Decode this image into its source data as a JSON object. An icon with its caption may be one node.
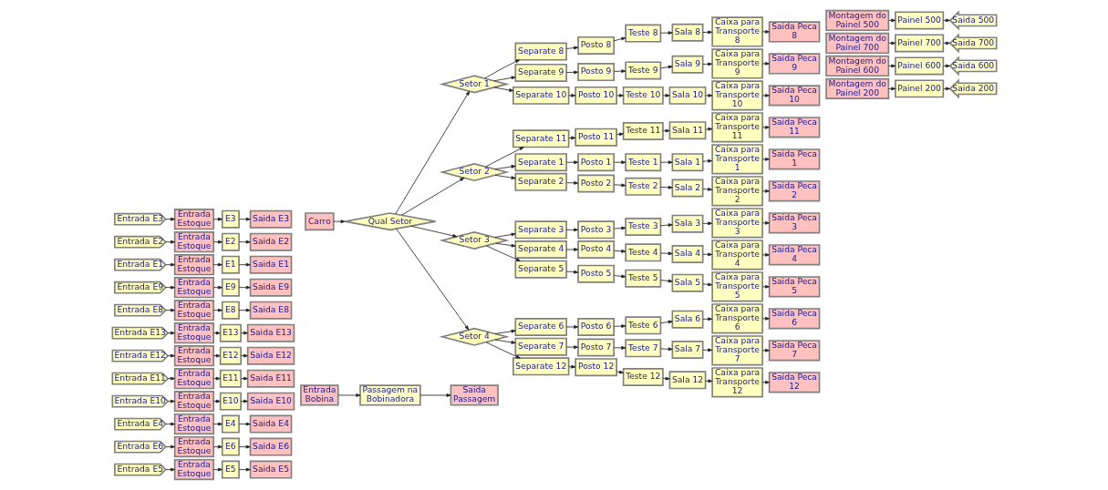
{
  "diagram": {
    "nodes": [
      {
        "text": [
          "Entrada E5"
        ]
      },
      {
        "text": [
          "Entrada Estoque"
        ]
      },
      {
        "text": [
          "E5"
        ]
      },
      {
        "text": [
          "Saida E5"
        ]
      },
      {
        "text": [
          "Entrada E6"
        ]
      },
      {
        "text": [
          "Entrada Estoque"
        ]
      },
      {
        "text": [
          "E6"
        ]
      },
      {
        "text": [
          "Saida E6"
        ]
      },
      {
        "text": [
          "Entrada E4"
        ]
      },
      {
        "text": [
          "Entrada Estoque"
        ]
      },
      {
        "text": [
          "E4"
        ]
      },
      {
        "text": [
          "Saida E4"
        ]
      },
      {
        "text": [
          "Entrada E10"
        ]
      },
      {
        "text": [
          "Entrada Estoque"
        ]
      },
      {
        "text": [
          "E10"
        ]
      },
      {
        "text": [
          "Saida E10"
        ]
      },
      {
        "text": [
          "Entrada E11"
        ]
      },
      {
        "text": [
          "Entrada Estoque"
        ]
      },
      {
        "text": [
          "E11"
        ]
      },
      {
        "text": [
          "Saida E11"
        ]
      },
      {
        "text": [
          "Entrada E12"
        ]
      },
      {
        "text": [
          "Entrada Estoque"
        ]
      },
      {
        "text": [
          "E12"
        ]
      },
      {
        "text": [
          "Saida E12"
        ]
      },
      {
        "text": [
          "Entrada E13"
        ]
      },
      {
        "text": [
          "Entrada Estoque"
        ]
      },
      {
        "text": [
          "E13"
        ]
      },
      {
        "text": [
          "Saida E13"
        ]
      },
      {
        "text": [
          "Entrada E8"
        ]
      },
      {
        "text": [
          "Entrada Estoque"
        ]
      },
      {
        "text": [
          "E8"
        ]
      },
      {
        "text": [
          "Saida E8"
        ]
      },
      {
        "text": [
          "Entrada E9"
        ]
      },
      {
        "text": [
          "Entrada Estoque"
        ]
      },
      {
        "text": [
          "E9"
        ]
      },
      {
        "text": [
          "Saida E9"
        ]
      },
      {
        "text": [
          "Entrada E1"
        ]
      },
      {
        "text": [
          "Entrada Estoque"
        ]
      },
      {
        "text": [
          "E1"
        ]
      },
      {
        "text": [
          "Saida E1"
        ]
      },
      {
        "text": [
          "Entrada E2"
        ]
      },
      {
        "text": [
          "Entrada Estoque"
        ]
      },
      {
        "text": [
          "E2"
        ]
      },
      {
        "text": [
          "Saida E2"
        ]
      },
      {
        "text": [
          "Entrada E3"
        ]
      },
      {
        "text": [
          "Entrada Estoque"
        ]
      },
      {
        "text": [
          "E3"
        ]
      },
      {
        "text": [
          "Saida E3"
        ]
      },
      {
        "text": [
          "Entrada Bobina"
        ]
      },
      {
        "text": [
          "Passagem na Bobinadora"
        ]
      },
      {
        "text": [
          "Saida Passagem"
        ]
      },
      {
        "text": [
          "Carro"
        ]
      },
      {
        "text": [
          "Qual Setor"
        ]
      },
      {
        "text": [
          "Setor 1"
        ]
      },
      {
        "text": [
          "Separate 8"
        ]
      },
      {
        "text": [
          "Posto 8"
        ]
      },
      {
        "text": [
          "Teste 8"
        ]
      },
      {
        "text": [
          "Sala 8"
        ]
      },
      {
        "text": [
          "Caixa para Transporte 8"
        ]
      },
      {
        "text": [
          "Saida Peca 8"
        ]
      },
      {
        "text": [
          "Separate 9"
        ]
      },
      {
        "text": [
          "Posto 9"
        ]
      },
      {
        "text": [
          "Teste 9"
        ]
      },
      {
        "text": [
          "Sala 9"
        ]
      },
      {
        "text": [
          "Caixa para Transporte 9"
        ]
      },
      {
        "text": [
          "Saida Peca 9"
        ]
      },
      {
        "text": [
          "Separate 10"
        ]
      },
      {
        "text": [
          "Posto 10"
        ]
      },
      {
        "text": [
          "Teste 10"
        ]
      },
      {
        "text": [
          "Sala 10"
        ]
      },
      {
        "text": [
          "Caixa para Transporte 10"
        ]
      },
      {
        "text": [
          "Saida Peca 10"
        ]
      },
      {
        "text": [
          "Setor 2"
        ]
      },
      {
        "text": [
          "Separate 11"
        ]
      },
      {
        "text": [
          "Posto 11"
        ]
      },
      {
        "text": [
          "Teste 11"
        ]
      },
      {
        "text": [
          "Sala 11"
        ]
      },
      {
        "text": [
          "Caixa para Transporte 11"
        ]
      },
      {
        "text": [
          "Saida Peca 11"
        ]
      },
      {
        "text": [
          "Separate 1"
        ]
      },
      {
        "text": [
          "Posto 1"
        ]
      },
      {
        "text": [
          "Teste 1"
        ]
      },
      {
        "text": [
          "Sala 1"
        ]
      },
      {
        "text": [
          "Caixa para Transporte 1"
        ]
      },
      {
        "text": [
          "Saida Peca 1"
        ]
      },
      {
        "text": [
          "Separate 2"
        ]
      },
      {
        "text": [
          "Posto 2"
        ]
      },
      {
        "text": [
          "Teste 2"
        ]
      },
      {
        "text": [
          "Sala 2"
        ]
      },
      {
        "text": [
          "Caixa para Transporte 2"
        ]
      },
      {
        "text": [
          "Saida Peca 2"
        ]
      },
      {
        "text": [
          "Setor 3"
        ]
      },
      {
        "text": [
          "Separate 3"
        ]
      },
      {
        "text": [
          "Posto 3"
        ]
      },
      {
        "text": [
          "Teste 3"
        ]
      },
      {
        "text": [
          "Sala 3"
        ]
      },
      {
        "text": [
          "Caixa para Transporte 3"
        ]
      },
      {
        "text": [
          "Saida Peca 3"
        ]
      },
      {
        "text": [
          "Separate 4"
        ]
      },
      {
        "text": [
          "Posto 4"
        ]
      },
      {
        "text": [
          "Teste 4"
        ]
      },
      {
        "text": [
          "Sala 4"
        ]
      },
      {
        "text": [
          "Caixa para Transporte 4"
        ]
      },
      {
        "text": [
          "Saida Peca 4"
        ]
      },
      {
        "text": [
          "Separate 5"
        ]
      },
      {
        "text": [
          "Posto 5"
        ]
      },
      {
        "text": [
          "Teste 5"
        ]
      },
      {
        "text": [
          "Sala 5"
        ]
      },
      {
        "text": [
          "Caixa para Transporte 5"
        ]
      },
      {
        "text": [
          "Saida Peca 5"
        ]
      },
      {
        "text": [
          "Setor 4"
        ]
      },
      {
        "text": [
          "Separate 6"
        ]
      },
      {
        "text": [
          "Posto 6"
        ]
      },
      {
        "text": [
          "Teste 6"
        ]
      },
      {
        "text": [
          "Sala 6"
        ]
      },
      {
        "text": [
          "Caixa para Transporte 6"
        ]
      },
      {
        "text": [
          "Saida Peca 6"
        ]
      },
      {
        "text": [
          "Separate 7"
        ]
      },
      {
        "text": [
          "Posto 7"
        ]
      },
      {
        "text": [
          "Teste 7"
        ]
      },
      {
        "text": [
          "Sala 7"
        ]
      },
      {
        "text": [
          "Caixa para Transporte 7"
        ]
      },
      {
        "text": [
          "Saida Peca 7"
        ]
      },
      {
        "text": [
          "Separate 12"
        ]
      },
      {
        "text": [
          "Posto 12"
        ]
      },
      {
        "text": [
          "Teste 12"
        ]
      },
      {
        "text": [
          "Sala 12"
        ]
      },
      {
        "text": [
          "Caixa para Transporte 12"
        ]
      },
      {
        "text": [
          "Saida Peca 12"
        ]
      },
      {
        "text": [
          "Montagem do Painel 500"
        ]
      },
      {
        "text": [
          "Painel 500"
        ]
      },
      {
        "text": [
          "Saida 500"
        ]
      },
      {
        "text": [
          "Montagem do Painel 700"
        ]
      },
      {
        "text": [
          "Painel 700"
        ]
      },
      {
        "text": [
          "Saida 700"
        ]
      },
      {
        "text": [
          "Montagem do Painel 600"
        ]
      },
      {
        "text": [
          "Painel 600"
        ]
      },
      {
        "text": [
          "Saida 600"
        ]
      },
      {
        "text": [
          "Montagem do Painel 200"
        ]
      },
      {
        "text": [
          "Painel 200"
        ]
      },
      {
        "text": [
          "Saida 200"
        ]
      }
    ],
    "edges": [
      {
        "from": 0,
        "to": 1,
        "arrow": "to"
      },
      {
        "from": 1,
        "to": 2,
        "arrow": "to"
      },
      {
        "from": 2,
        "to": 3,
        "arrow": "to"
      },
      {
        "from": 4,
        "to": 5,
        "arrow": "to"
      },
      {
        "from": 5,
        "to": 6,
        "arrow": "to"
      },
      {
        "from": 6,
        "to": 7,
        "arrow": "to"
      },
      {
        "from": 8,
        "to": 9,
        "arrow": "to"
      },
      {
        "from": 9,
        "to": 10,
        "arrow": "to"
      },
      {
        "from": 10,
        "to": 11,
        "arrow": "to"
      },
      {
        "from": 12,
        "to": 13,
        "arrow": "to"
      },
      {
        "from": 13,
        "to": 14,
        "arrow": "to"
      },
      {
        "from": 14,
        "to": 15,
        "arrow": "to"
      },
      {
        "from": 16,
        "to": 17,
        "arrow": "to"
      },
      {
        "from": 17,
        "to": 18,
        "arrow": "to"
      },
      {
        "from": 18,
        "to": 19,
        "arrow": "to"
      },
      {
        "from": 20,
        "to": 21,
        "arrow": "to"
      },
      {
        "from": 21,
        "to": 22,
        "arrow": "to"
      },
      {
        "from": 22,
        "to": 23,
        "arrow": "to"
      },
      {
        "from": 24,
        "to": 25,
        "arrow": "to"
      },
      {
        "from": 25,
        "to": 26,
        "arrow": "to"
      },
      {
        "from": 26,
        "to": 27,
        "arrow": "to"
      },
      {
        "from": 28,
        "to": 29,
        "arrow": "to"
      },
      {
        "from": 29,
        "to": 30,
        "arrow": "to"
      },
      {
        "from": 30,
        "to": 31,
        "arrow": "to"
      },
      {
        "from": 32,
        "to": 33,
        "arrow": "to"
      },
      {
        "from": 33,
        "to": 34,
        "arrow": "to"
      },
      {
        "from": 34,
        "to": 35,
        "arrow": "to"
      },
      {
        "from": 36,
        "to": 37,
        "arrow": "to"
      },
      {
        "from": 37,
        "to": 38,
        "arrow": "to"
      },
      {
        "from": 38,
        "to": 39,
        "arrow": "to"
      },
      {
        "from": 40,
        "to": 41,
        "arrow": "to"
      },
      {
        "from": 41,
        "to": 42,
        "arrow": "to"
      },
      {
        "from": 42,
        "to": 43,
        "arrow": "to"
      },
      {
        "from": 44,
        "to": 45,
        "arrow": "to"
      },
      {
        "from": 45,
        "to": 46,
        "arrow": "to"
      },
      {
        "from": 46,
        "to": 47,
        "arrow": "to"
      },
      {
        "from": 48,
        "to": 49,
        "arrow": "to"
      },
      {
        "from": 49,
        "to": 50,
        "arrow": "to"
      },
      {
        "from": 51,
        "to": 52,
        "arrow": "to"
      },
      {
        "from": 52,
        "to": 53,
        "arrow": "to"
      },
      {
        "from": 52,
        "to": 72,
        "arrow": "to"
      },
      {
        "from": 52,
        "to": 91,
        "arrow": "to"
      },
      {
        "from": 52,
        "to": 110,
        "arrow": "to"
      },
      {
        "from": 53,
        "to": 54,
        "arrow": "to"
      },
      {
        "from": 53,
        "to": 60,
        "arrow": "to"
      },
      {
        "from": 53,
        "to": 66,
        "arrow": "to"
      },
      {
        "from": 54,
        "to": 55,
        "arrow": "to"
      },
      {
        "from": 55,
        "to": 56,
        "arrow": "to"
      },
      {
        "from": 56,
        "to": 57,
        "arrow": "to"
      },
      {
        "from": 57,
        "to": 58,
        "arrow": "to"
      },
      {
        "from": 58,
        "to": 59,
        "arrow": "to"
      },
      {
        "from": 60,
        "to": 61,
        "arrow": "to"
      },
      {
        "from": 61,
        "to": 62,
        "arrow": "to"
      },
      {
        "from": 62,
        "to": 63,
        "arrow": "to"
      },
      {
        "from": 63,
        "to": 64,
        "arrow": "to"
      },
      {
        "from": 64,
        "to": 65,
        "arrow": "to"
      },
      {
        "from": 66,
        "to": 67,
        "arrow": "to"
      },
      {
        "from": 67,
        "to": 68,
        "arrow": "to"
      },
      {
        "from": 68,
        "to": 69,
        "arrow": "to"
      },
      {
        "from": 69,
        "to": 70,
        "arrow": "to"
      },
      {
        "from": 70,
        "to": 71,
        "arrow": "to"
      },
      {
        "from": 72,
        "to": 73,
        "arrow": "to"
      },
      {
        "from": 72,
        "to": 79,
        "arrow": "to"
      },
      {
        "from": 72,
        "to": 85,
        "arrow": "to"
      },
      {
        "from": 73,
        "to": 74,
        "arrow": "to"
      },
      {
        "from": 74,
        "to": 75,
        "arrow": "to"
      },
      {
        "from": 75,
        "to": 76,
        "arrow": "to"
      },
      {
        "from": 76,
        "to": 77,
        "arrow": "to"
      },
      {
        "from": 77,
        "to": 78,
        "arrow": "to"
      },
      {
        "from": 79,
        "to": 80,
        "arrow": "to"
      },
      {
        "from": 80,
        "to": 81,
        "arrow": "to"
      },
      {
        "from": 81,
        "to": 82,
        "arrow": "to"
      },
      {
        "from": 82,
        "to": 83,
        "arrow": "to"
      },
      {
        "from": 83,
        "to": 84,
        "arrow": "to"
      },
      {
        "from": 85,
        "to": 86,
        "arrow": "to"
      },
      {
        "from": 86,
        "to": 87,
        "arrow": "to"
      },
      {
        "from": 87,
        "to": 88,
        "arrow": "to"
      },
      {
        "from": 88,
        "to": 89,
        "arrow": "to"
      },
      {
        "from": 89,
        "to": 90,
        "arrow": "to"
      },
      {
        "from": 91,
        "to": 92,
        "arrow": "to"
      },
      {
        "from": 91,
        "to": 98,
        "arrow": "to"
      },
      {
        "from": 91,
        "to": 104,
        "arrow": "to"
      },
      {
        "from": 92,
        "to": 93,
        "arrow": "to"
      },
      {
        "from": 93,
        "to": 94,
        "arrow": "to"
      },
      {
        "from": 94,
        "to": 95,
        "arrow": "to"
      },
      {
        "from": 95,
        "to": 96,
        "arrow": "to"
      },
      {
        "from": 96,
        "to": 97,
        "arrow": "to"
      },
      {
        "from": 98,
        "to": 99,
        "arrow": "to"
      },
      {
        "from": 99,
        "to": 100,
        "arrow": "to"
      },
      {
        "from": 100,
        "to": 101,
        "arrow": "to"
      },
      {
        "from": 101,
        "to": 102,
        "arrow": "to"
      },
      {
        "from": 102,
        "to": 103,
        "arrow": "to"
      },
      {
        "from": 104,
        "to": 105,
        "arrow": "to"
      },
      {
        "from": 105,
        "to": 106,
        "arrow": "to"
      },
      {
        "from": 106,
        "to": 107,
        "arrow": "to"
      },
      {
        "from": 107,
        "to": 108,
        "arrow": "to"
      },
      {
        "from": 108,
        "to": 109,
        "arrow": "to"
      },
      {
        "from": 110,
        "to": 111,
        "arrow": "to"
      },
      {
        "from": 110,
        "to": 117,
        "arrow": "to"
      },
      {
        "from": 110,
        "to": 123,
        "arrow": "to"
      },
      {
        "from": 111,
        "to": 112,
        "arrow": "to"
      },
      {
        "from": 112,
        "to": 113,
        "arrow": "to"
      },
      {
        "from": 113,
        "to": 114,
        "arrow": "to"
      },
      {
        "from": 114,
        "to": 115,
        "arrow": "to"
      },
      {
        "from": 115,
        "to": 116,
        "arrow": "to"
      },
      {
        "from": 117,
        "to": 118,
        "arrow": "to"
      },
      {
        "from": 118,
        "to": 119,
        "arrow": "to"
      },
      {
        "from": 119,
        "to": 120,
        "arrow": "to"
      },
      {
        "from": 120,
        "to": 121,
        "arrow": "to"
      },
      {
        "from": 121,
        "to": 122,
        "arrow": "to"
      },
      {
        "from": 123,
        "to": 124,
        "arrow": "to"
      },
      {
        "from": 124,
        "to": 125,
        "arrow": "to"
      },
      {
        "from": 125,
        "to": 126,
        "arrow": "to"
      },
      {
        "from": 126,
        "to": 127,
        "arrow": "to"
      },
      {
        "from": 127,
        "to": 128,
        "arrow": "to"
      },
      {
        "from": 129,
        "to": 130,
        "arrow": "to"
      },
      {
        "from": 130,
        "to": 131,
        "arrow": "to"
      },
      {
        "from": 132,
        "to": 133,
        "arrow": "to"
      },
      {
        "from": 133,
        "to": 134,
        "arrow": "to"
      },
      {
        "from": 135,
        "to": 136,
        "arrow": "to"
      },
      {
        "from": 136,
        "to": 137,
        "arrow": "to"
      },
      {
        "from": 138,
        "to": 139,
        "arrow": "to"
      },
      {
        "from": 139,
        "to": 140,
        "arrow": "to"
      }
    ]
  }
}
